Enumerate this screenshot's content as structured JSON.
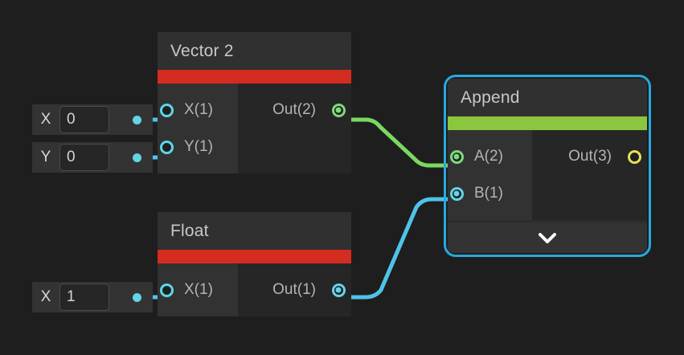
{
  "editor": {
    "background_color": "#1e1e1e",
    "name": "shader-node-graph"
  },
  "colors": {
    "accent_red": "#d42c20",
    "accent_green": "#8cc63e",
    "wire_green": "#79d95f",
    "wire_cyan": "#4fc3e8",
    "selection_blue": "#26a9e0",
    "port_cyan": "#62d4e8",
    "port_green": "#7ed97e",
    "port_yellow": "#e6e05a",
    "node_body": "#262626",
    "node_header": "#303030",
    "input_column": "#323232"
  },
  "widgets": [
    {
      "id": "vector2-x",
      "label": "X",
      "value": "0",
      "placeholder": "0"
    },
    {
      "id": "vector2-y",
      "label": "Y",
      "value": "0",
      "placeholder": "0"
    },
    {
      "id": "float-x",
      "label": "X",
      "value": "1",
      "placeholder": "0"
    }
  ],
  "nodes": [
    {
      "id": "vector2",
      "title": "Vector 2",
      "accent": "#d42c20",
      "inputs": [
        {
          "label": "X(1)",
          "port": "cyan-hollow",
          "connected": false
        },
        {
          "label": "Y(1)",
          "port": "cyan-hollow",
          "connected": false
        }
      ],
      "outputs": [
        {
          "label": "Out(2)",
          "port": "green-filled",
          "connected": true
        }
      ]
    },
    {
      "id": "float",
      "title": "Float",
      "accent": "#d42c20",
      "inputs": [
        {
          "label": "X(1)",
          "port": "cyan-hollow",
          "connected": false
        }
      ],
      "outputs": [
        {
          "label": "Out(1)",
          "port": "cyan-filled",
          "connected": true
        }
      ]
    },
    {
      "id": "append",
      "title": "Append",
      "accent": "#8cc63e",
      "selected": true,
      "expander_icon": "chevron-down-icon",
      "inputs": [
        {
          "label": "A(2)",
          "port": "green-filled",
          "connected": true
        },
        {
          "label": "B(1)",
          "port": "cyan-filled",
          "connected": true
        }
      ],
      "outputs": [
        {
          "label": "Out(3)",
          "port": "yellow-hollow",
          "connected": false
        }
      ]
    }
  ],
  "connections": [
    {
      "id": "vector2-out-to-append-a",
      "from": "vector2.Out(2)",
      "to": "append.A(2)",
      "color": "#79d95f"
    },
    {
      "id": "float-out-to-append-b",
      "from": "float.Out(1)",
      "to": "append.B(1)",
      "color": "#4fc3e8"
    },
    {
      "id": "widget-x-to-vector2-x",
      "from": "vector2-x",
      "to": "vector2.X(1)",
      "color": "#4fc3e8"
    },
    {
      "id": "widget-y-to-vector2-y",
      "from": "vector2-y",
      "to": "vector2.Y(1)",
      "color": "#4fc3e8"
    },
    {
      "id": "widget-x-to-float-x",
      "from": "float-x",
      "to": "float.X(1)",
      "color": "#4fc3e8"
    }
  ]
}
